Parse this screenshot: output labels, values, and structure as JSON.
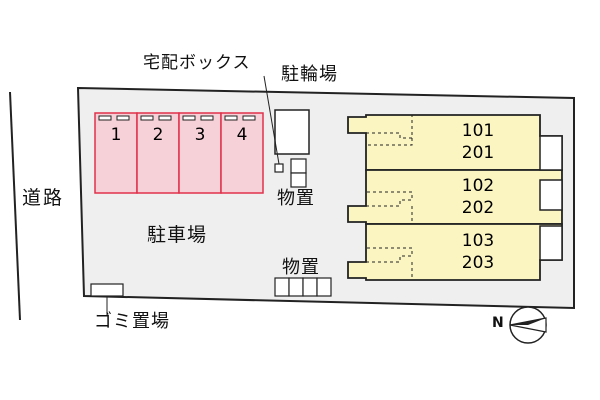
{
  "labels": {
    "road": "道路",
    "parking": "駐車場",
    "bicycle_parking": "駐輪場",
    "delivery_box": "宅配ボックス",
    "storage_1": "物置",
    "storage_2": "物置",
    "garbage": "ゴミ置場"
  },
  "parking_spaces": [
    "1",
    "2",
    "3",
    "4"
  ],
  "units": [
    {
      "upper": "101",
      "lower": "201"
    },
    {
      "upper": "102",
      "lower": "202"
    },
    {
      "upper": "103",
      "lower": "203"
    }
  ],
  "compass": {
    "north_label": "N"
  },
  "colors": {
    "parking_fill": "#f7d1d8",
    "parking_stroke": "#e0314a",
    "building_fill": "#fbf5c2",
    "lot_fill": "#efefef",
    "line": "#222222"
  }
}
